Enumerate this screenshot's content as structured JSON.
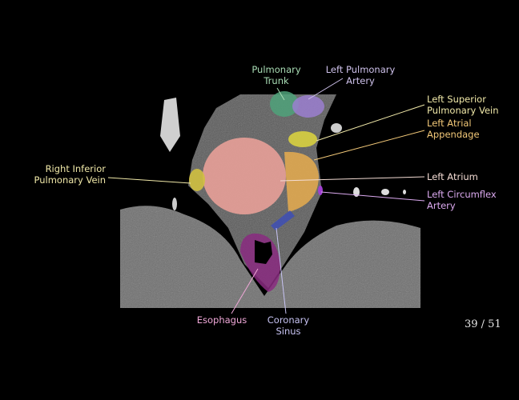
{
  "labels": {
    "pulmonary_trunk": {
      "line1": "Pulmonary",
      "line2": "Trunk",
      "color": "#a8dcb4"
    },
    "left_pulmonary_artery": {
      "line1": "Left Pulmonary",
      "line2": "Artery",
      "color": "#cfc2ec"
    },
    "left_superior_pulmonary_vein": {
      "line1": "Left Superior",
      "line2": "Pulmonary Vein",
      "color": "#f0e8a8"
    },
    "left_atrial_appendage": {
      "line1": "Left Atrial",
      "line2": "Appendage",
      "color": "#f2c878"
    },
    "left_atrium": {
      "line1": "Left Atrium",
      "color": "#f4dcd4"
    },
    "left_circumflex_artery": {
      "line1": "Left Circumflex",
      "line2": "Artery",
      "color": "#dcaaf0"
    },
    "right_inferior_pulmonary_vein": {
      "line1": "Right Inferior",
      "line2": "Pulmonary Vein",
      "color": "#f0e8a8"
    },
    "esophagus": {
      "line1": "Esophagus",
      "color": "#f0a8d8"
    },
    "coronary_sinus": {
      "line1": "Coronary",
      "line2": "Sinus",
      "color": "#c8c4f4"
    }
  },
  "page_indicator": "39 / 51"
}
